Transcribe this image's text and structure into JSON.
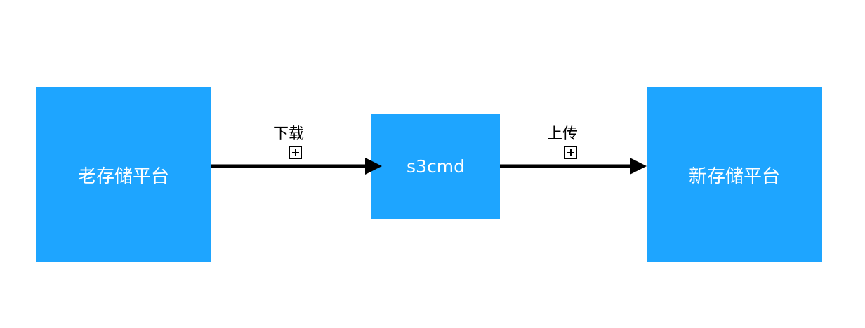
{
  "colors": {
    "node_fill": "#1ea5ff",
    "node_text": "#ffffff",
    "edge": "#000000"
  },
  "nodes": {
    "old_storage": "老存储平台",
    "tool": "s3cmd",
    "new_storage": "新存储平台"
  },
  "edges": {
    "download": "下载",
    "upload": "上传"
  },
  "icons": {
    "edge_marker": "plus-box-icon"
  }
}
